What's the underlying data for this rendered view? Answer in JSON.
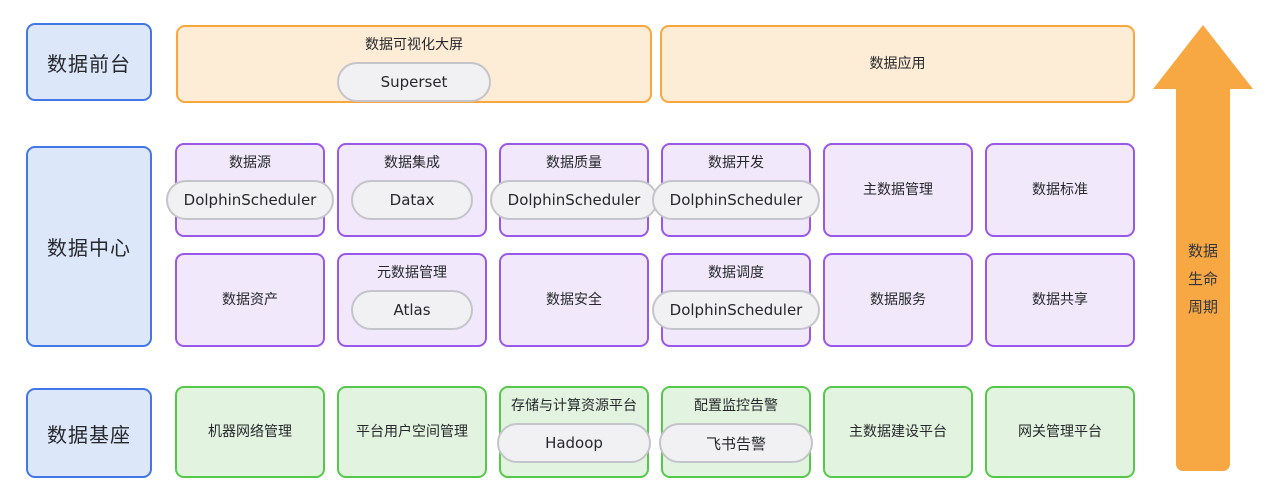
{
  "palette": {
    "blue_border": "#4377e6",
    "blue_fill": "#dde7fa",
    "orange_border": "#f7a73e",
    "orange_fill": "#fdecd6",
    "purple_border": "#9a58e8",
    "purple_fill": "#f1e8fb",
    "green_border": "#56c94c",
    "green_fill": "#e2f4df",
    "pill_fill": "#f1f1f3",
    "pill_border": "#c3c5cb",
    "arrow_color": "#f7a843"
  },
  "left_column": {
    "items": [
      {
        "label": "数据前台"
      },
      {
        "label": "数据中心"
      },
      {
        "label": "数据基座"
      }
    ]
  },
  "front_layer": {
    "boxes": [
      {
        "title": "数据可视化大屏",
        "pill": "Superset"
      },
      {
        "title": "数据应用"
      }
    ]
  },
  "center_layer": {
    "rows": [
      {
        "boxes": [
          {
            "title": "数据源",
            "pill": "DolphinScheduler"
          },
          {
            "title": "数据集成",
            "pill": "Datax"
          },
          {
            "title": "数据质量",
            "pill": "DolphinScheduler"
          },
          {
            "title": "数据开发",
            "pill": "DolphinScheduler"
          },
          {
            "title": "主数据管理"
          },
          {
            "title": "数据标准"
          }
        ]
      },
      {
        "boxes": [
          {
            "title": "数据资产"
          },
          {
            "title": "元数据管理",
            "pill": "Atlas"
          },
          {
            "title": "数据安全"
          },
          {
            "title": "数据调度",
            "pill": "DolphinScheduler"
          },
          {
            "title": "数据服务"
          },
          {
            "title": "数据共享"
          }
        ]
      }
    ]
  },
  "base_layer": {
    "boxes": [
      {
        "title": "机器网络管理"
      },
      {
        "title": "平台用户空间管理"
      },
      {
        "title": "存储与计算资源平台",
        "pill": "Hadoop"
      },
      {
        "title": "配置监控告警",
        "pill": "飞书告警"
      },
      {
        "title": "主数据建设平台"
      },
      {
        "title": "网关管理平台"
      }
    ]
  },
  "lifecycle_arrow": {
    "lines": [
      "数据",
      "生命",
      "周期"
    ]
  }
}
